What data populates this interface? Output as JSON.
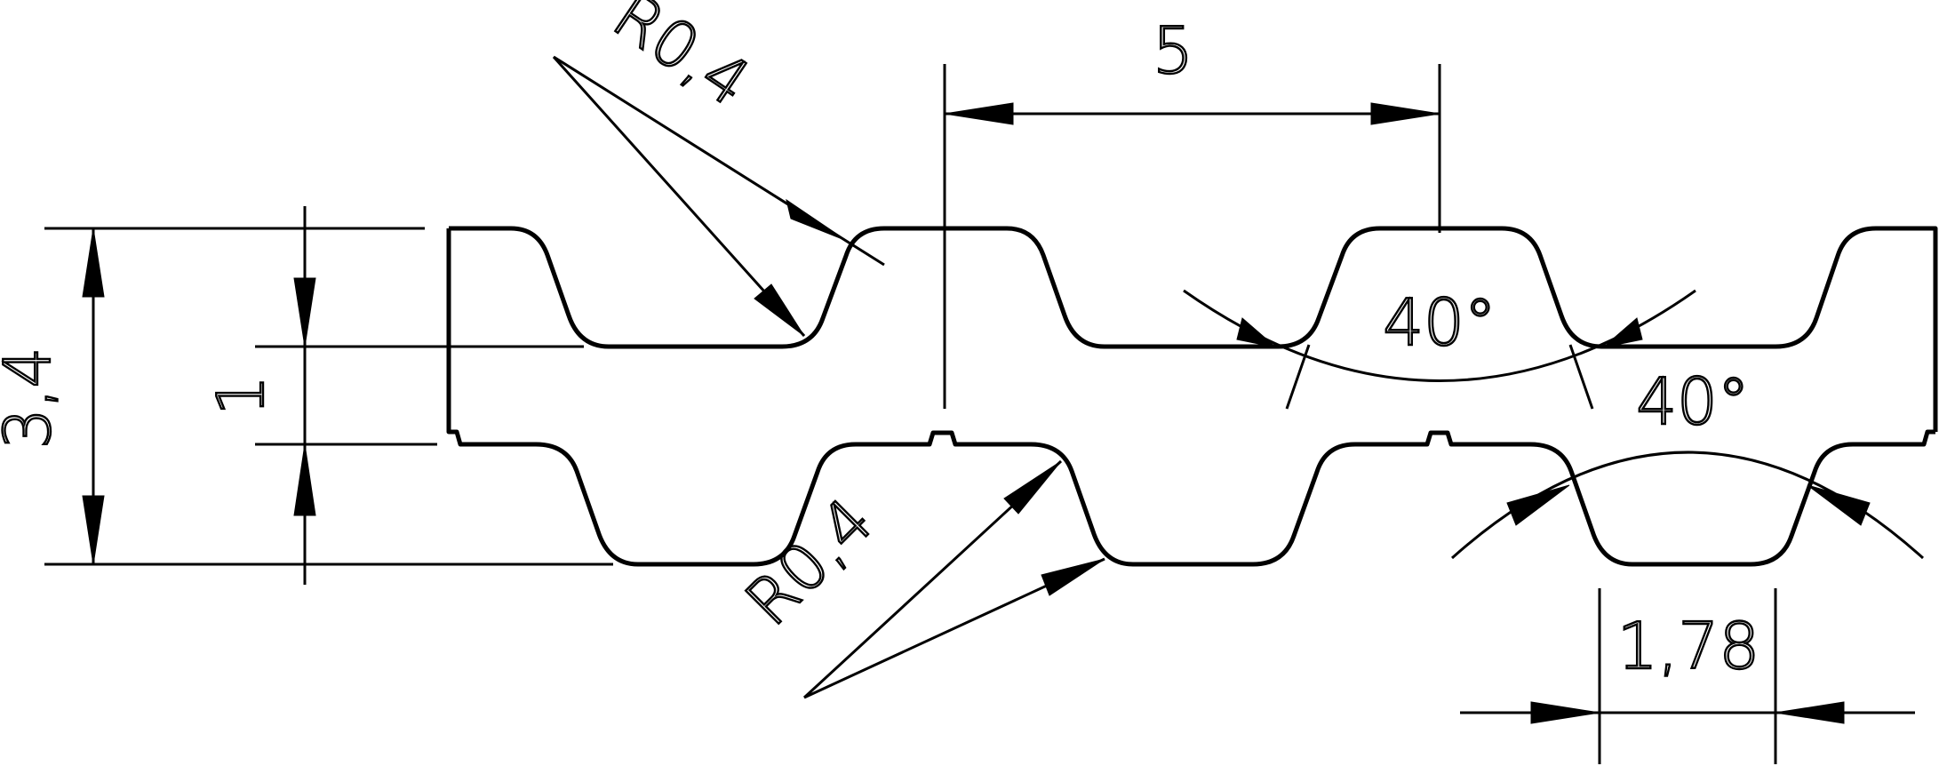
{
  "drawing": {
    "colors": {
      "line": "#000000",
      "background": "#ffffff"
    },
    "dimensions": {
      "pitch": "5",
      "total_thickness": "3,4",
      "base_thickness": "1",
      "tooth_width": "1,78",
      "flank_angle_top": "40°",
      "flank_angle_bottom": "40°",
      "radius_top": "R0,4",
      "radius_bottom": "R0,4"
    }
  }
}
